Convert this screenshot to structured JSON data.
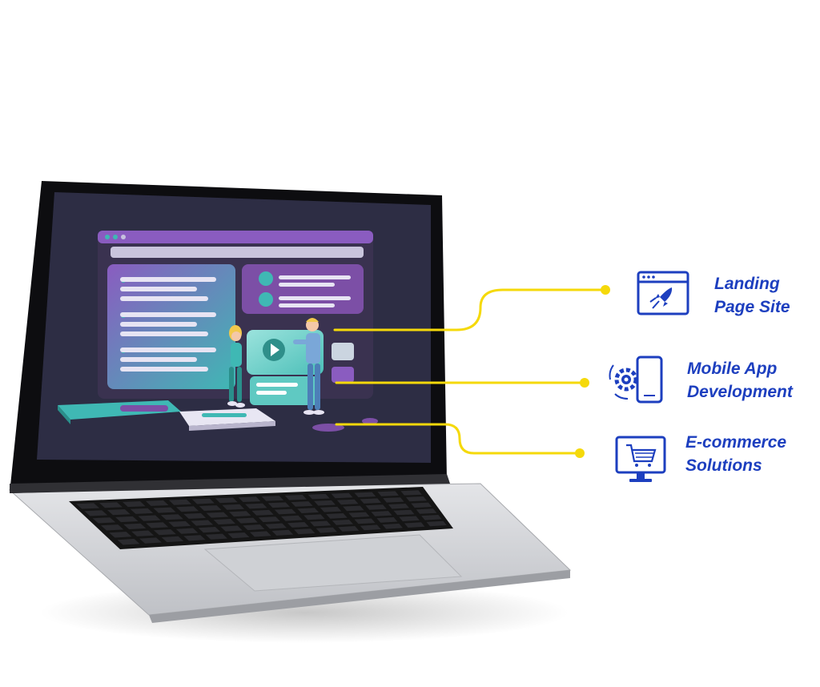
{
  "colors": {
    "brand_blue": "#1d3fbf",
    "connector_yellow": "#f5d90a",
    "screen_bg": "#2d2d44",
    "teal": "#3fb8b4",
    "purple": "#7c4fa6"
  },
  "services": [
    {
      "icon": "rocket-browser-icon",
      "line1": "Landing",
      "line2": "Page Site"
    },
    {
      "icon": "mobile-gear-icon",
      "line1": "Mobile App",
      "line2": "Development"
    },
    {
      "icon": "shopping-cart-monitor-icon",
      "line1": "E-commerce",
      "line2": "Solutions"
    }
  ]
}
